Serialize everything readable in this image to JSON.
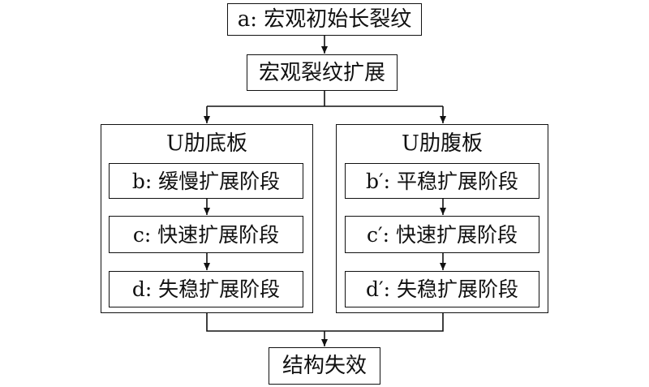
{
  "diagram": {
    "top_box": "a: 宏观初始长裂纹",
    "second_box": "宏观裂纹扩展",
    "left_group": {
      "title": "U肋底板",
      "stages": [
        "b: 缓慢扩展阶段",
        "c: 快速扩展阶段",
        "d: 失稳扩展阶段"
      ]
    },
    "right_group": {
      "title": "U肋腹板",
      "stages": [
        "b′: 平稳扩展阶段",
        "c′: 快速扩展阶段",
        "d′: 失稳扩展阶段"
      ]
    },
    "bottom_box": "结构失效"
  }
}
